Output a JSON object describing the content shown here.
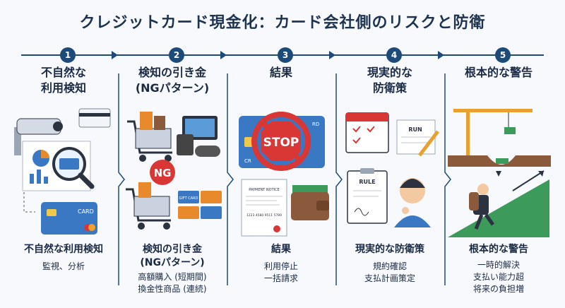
{
  "title": "クレジットカード現金化：カード会社側のリスクと防衛",
  "steps": [
    {
      "num": "1",
      "head": [
        "不自然な",
        "利用検知"
      ],
      "foot_title": [
        "不自然な利用検知"
      ],
      "foot_sub": [
        "監視、分析"
      ],
      "art": {
        "card_label": "CARD"
      }
    },
    {
      "num": "2",
      "head": [
        "検知の引き金",
        "(NGパターン)"
      ],
      "foot_title": [
        "検知の引き金",
        "(NGパターン)"
      ],
      "foot_sub": [
        "高額購入 (短期間)",
        "換金性商品 (連続)"
      ],
      "art": {
        "badge": "NG",
        "gift": "GIFT CARD"
      }
    },
    {
      "num": "3",
      "head": [
        "結果"
      ],
      "foot_title": [
        "結果"
      ],
      "foot_sub": [
        "利用停止",
        "一括請求"
      ],
      "art": {
        "stop": "STOP",
        "notice": "PAYMENT NOTICE",
        "digits": "1223 4580 9511 5789",
        "card_fragment": "CR",
        "card_fragment_right": "RD"
      }
    },
    {
      "num": "4",
      "head": [
        "現実的な",
        "防衛策"
      ],
      "foot_title": [
        "現実的な防衛策"
      ],
      "foot_sub": [
        "規約確認",
        "支払計画策定"
      ],
      "art": {
        "run": "RUN",
        "rule": "RULE"
      }
    },
    {
      "num": "5",
      "head": [
        "根本的な警告"
      ],
      "foot_title": [
        "根本的な警告"
      ],
      "foot_sub": [
        "一時的解決",
        "支払い能力超",
        "将来の負担増"
      ],
      "art": {}
    }
  ],
  "colors": {
    "accent": "#1e4a7a",
    "stop_red": "#d93636",
    "card_blue": "#3a78c4",
    "money_green": "#3c9a5a",
    "cart_orange": "#e8892b"
  }
}
